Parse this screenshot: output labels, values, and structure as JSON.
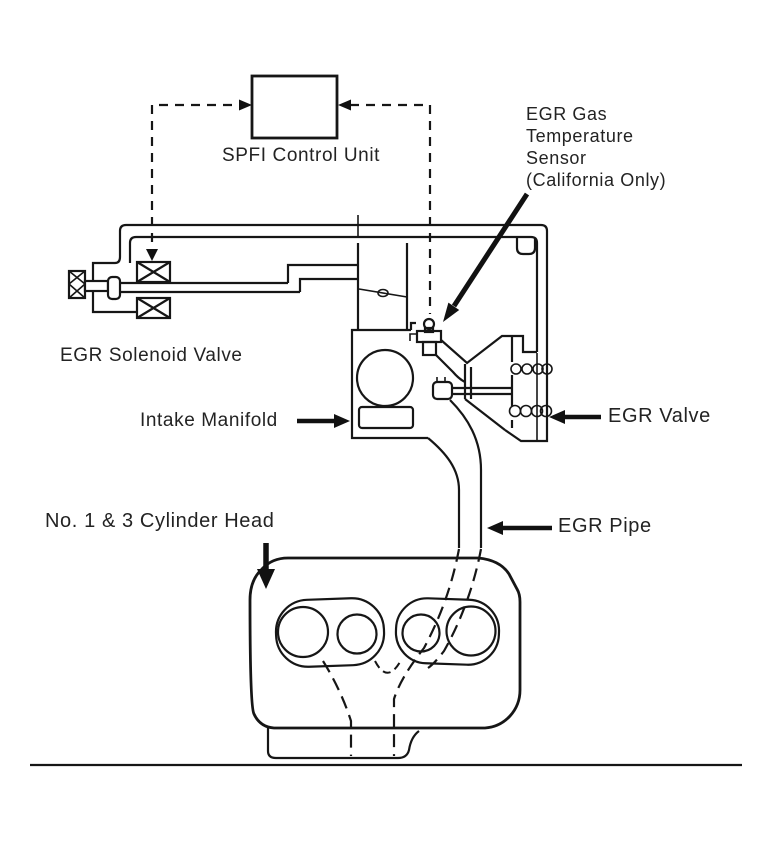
{
  "diagram": {
    "labels": {
      "control_unit": "SPFI Control Unit",
      "sensor_lines": [
        "EGR Gas",
        "Temperature",
        "Sensor",
        "(California Only)"
      ],
      "solenoid": "EGR Solenoid Valve",
      "intake_manifold": "Intake Manifold",
      "egr_valve": "EGR Valve",
      "egr_pipe": "EGR Pipe",
      "cylinder_head": "No. 1 & 3 Cylinder Head"
    },
    "colors": {
      "background": "#ffffff",
      "line": "#161616",
      "text": "#232323"
    }
  }
}
